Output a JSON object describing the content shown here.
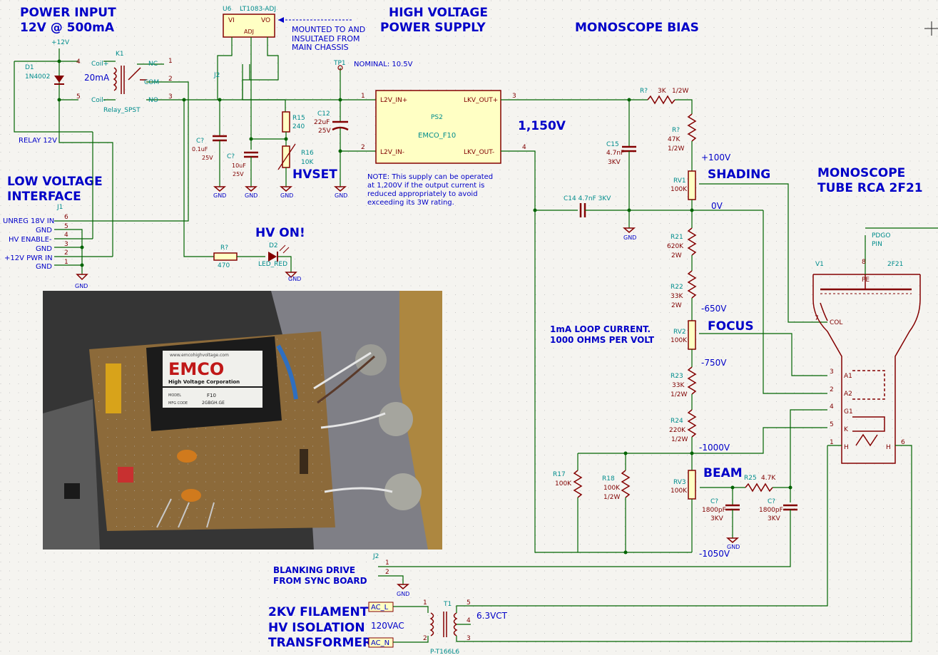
{
  "headings": {
    "power_input_1": "POWER INPUT",
    "power_input_2": "12V @ 500mA",
    "hv_supply_1": "HIGH VOLTAGE",
    "hv_supply_2": "POWER SUPPLY",
    "bias": "MONOSCOPE BIAS",
    "lv_interface_1": "LOW VOLTAGE",
    "lv_interface_2": "INTERFACE",
    "hv_on": "HV ON!",
    "hvset": "HVSET",
    "hv_out": "1,150V",
    "shading": "SHADING",
    "focus": "FOCUS",
    "beam": "BEAM",
    "tube_1": "MONOSCOPE",
    "tube_2": "TUBE RCA 2F21",
    "transformer_1": "2KV FILAMENT",
    "transformer_2": "HV ISOLATION",
    "transformer_3": "TRANSFORMER",
    "loop_1": "1mA LOOP CURRENT.",
    "loop_2": "1000 OHMS PER VOLT",
    "blanking_1": "BLANKING DRIVE",
    "blanking_2": "FROM SYNC BOARD"
  },
  "notes": {
    "mount_1": "MOUNTED TO AND",
    "mount_2": "INSULTAED FROM",
    "mount_3": "MAIN CHASSIS",
    "nominal": "NOMINAL: 10.5V",
    "note_1": "NOTE: This supply can be operated",
    "note_2": "at 1,200V if the output current is",
    "note_3": "reduced appropriately to avoid",
    "note_4": "exceeding its 3W rating."
  },
  "voltages": {
    "v100": "+100V",
    "v0": "0V",
    "v650": "-650V",
    "v750": "-750V",
    "v1000": "-1000V",
    "v1050": "-1050V",
    "ac120": "120VAC",
    "vct": "6.3VCT"
  },
  "components": {
    "d1_ref": "D1",
    "d1_val": "1N4002",
    "k1_ref": "K1",
    "k1_val": "Relay_SPST",
    "k1_coil": "20mA",
    "k1_coilp": "Coil+",
    "k1_coilm": "Coil-",
    "k1_nc": "NC",
    "k1_com": "COM",
    "k1_no": "NO",
    "plus12": "+12V",
    "relay12": "RELAY 12V",
    "u6_ref": "U6",
    "u6_val": "LT1083-ADJ",
    "u6_vi": "VI",
    "u6_vo": "VO",
    "u6_adj": "ADJ",
    "j2a_ref": "J2",
    "c1_ref": "C?",
    "c1_val": "0.1uF",
    "c1_v": "25V",
    "c2_ref": "C?",
    "c2_val": "10uF",
    "c2_v": "25V",
    "r15_ref": "R15",
    "r15_val": "240",
    "r16_ref": "R16",
    "r16_val": "10K",
    "c12_ref": "C12",
    "c12_val": "22uF",
    "c12_v": "25V",
    "tp1": "TP1",
    "ps2_ref": "PS2",
    "ps2_val": "EMCO_F10",
    "ps2_in_p": "L2V_IN+",
    "ps2_in_m": "L2V_IN-",
    "ps2_out_p": "LKV_OUT+",
    "ps2_out_m": "LKV_OUT-",
    "rq_ref": "R?",
    "rq_val": "3K",
    "rq_w": "1/2W",
    "r2_ref": "R?",
    "r2_val": "47K",
    "r2_w": "1/2W",
    "c15_ref": "C15",
    "c15_val": "4.7nF",
    "c15_v": "3KV",
    "rv1_ref": "RV1",
    "rv1_val": "100K",
    "c14_label": "C14 4.7nF 3KV",
    "r21_ref": "R21",
    "r21_val": "620K",
    "r21_w": "2W",
    "r22_ref": "R22",
    "r22_val": "33K",
    "r22_w": "2W",
    "rv2_ref": "RV2",
    "rv2_val": "100K",
    "r23_ref": "R23",
    "r23_val": "33K",
    "r23_w": "1/2W",
    "r24_ref": "R24",
    "r24_val": "220K",
    "r24_w": "1/2W",
    "r17_ref": "R17",
    "r17_val": "100K",
    "r18_ref": "R18",
    "r18_val": "100K",
    "r18_w": "1/2W",
    "rv3_ref": "RV3",
    "rv3_val": "100K",
    "r25_ref": "R25",
    "r25_val": "4.7K",
    "cq1_ref": "C?",
    "cq1_val": "1800pF",
    "cq1_v": "3KV",
    "cq2_ref": "C?",
    "cq2_val": "1800pF",
    "cq2_v": "3KV",
    "rled_ref": "R?",
    "rled_val": "470",
    "d2_ref": "D2",
    "d2_val": "LED_RED",
    "j1_ref": "J1",
    "j1_pins": [
      "UNREG 18V IN",
      "GND",
      "HV ENABLE-",
      "GND",
      "+12V PWR IN",
      "GND"
    ],
    "j2b_ref": "J2",
    "v1_ref": "V1",
    "v1_val": "2F21",
    "pdgo": "PDGO",
    "pin": "PIN",
    "col": "COL",
    "a1": "A1",
    "a2": "A2",
    "g1": "G1",
    "k": "K",
    "h": "H",
    "pe": "PE",
    "t1_ref": "T1",
    "t1_val": "P-T166L6",
    "ac_l": "AC_L",
    "ac_n": "AC_N",
    "gnd": "GND"
  },
  "photo": {
    "brand": "EMCO",
    "brand_sub": "High Voltage Corporation",
    "url": "www.emcohighvoltage.com",
    "model_label": "MODEL",
    "model_val": "F10",
    "mfg_label": "MFG CODE",
    "mfg_val": "2GBGH.GE"
  }
}
